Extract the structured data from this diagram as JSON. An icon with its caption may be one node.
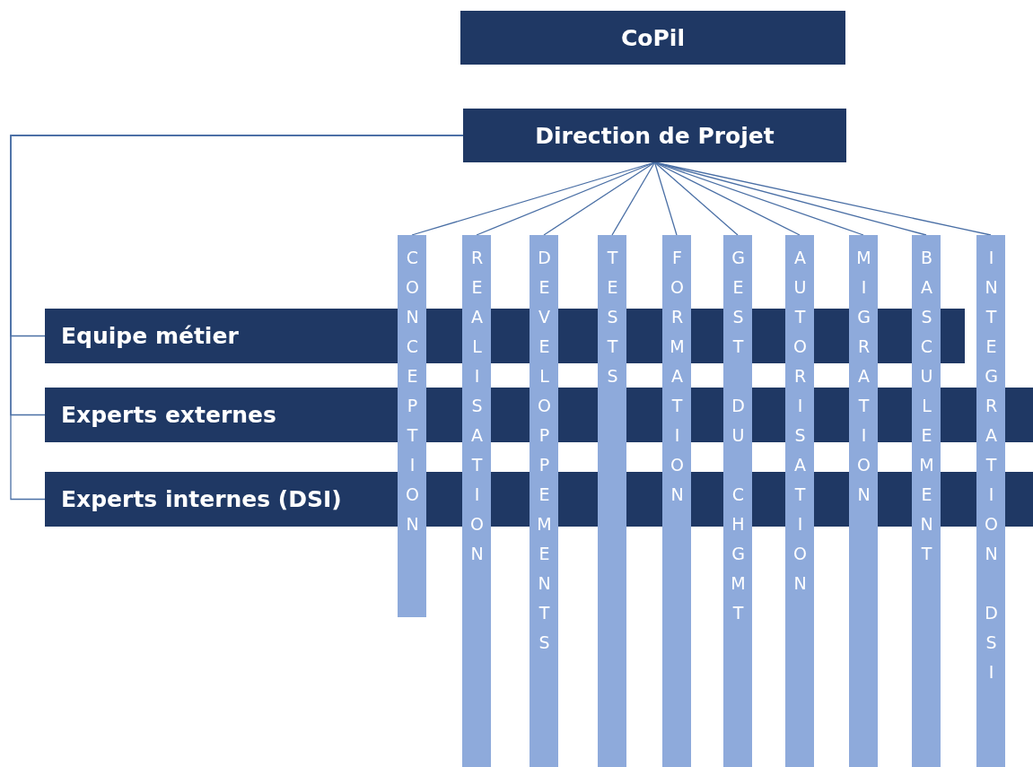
{
  "diagram": {
    "nodes": [
      {
        "text": [
          "CoPil"
        ]
      },
      {
        "text": [
          "Direction de Projet"
        ]
      },
      {
        "text": [
          "Equipe métier"
        ]
      },
      {
        "text": [
          "Experts externes"
        ]
      },
      {
        "text": [
          "Experts internes (DSI)"
        ]
      },
      {
        "text": [
          "CONCEPTION"
        ]
      },
      {
        "text": [
          "REALISATION"
        ]
      },
      {
        "text": [
          "DEVELOPPEMENTS"
        ]
      },
      {
        "text": [
          "TESTS"
        ]
      },
      {
        "text": [
          "FORMATION"
        ]
      },
      {
        "text": [
          "GEST DU CHGMT"
        ]
      },
      {
        "text": [
          "AUTORISATION"
        ]
      },
      {
        "text": [
          "MIGRATION"
        ]
      },
      {
        "text": [
          "BASCULEMENT"
        ]
      },
      {
        "text": [
          "INTEGRATION DSI"
        ]
      }
    ],
    "edges": [
      {
        "from": 1,
        "to": 2,
        "arrow": "none"
      },
      {
        "from": 1,
        "to": 3,
        "arrow": "none"
      },
      {
        "from": 1,
        "to": 4,
        "arrow": "none"
      },
      {
        "from": 1,
        "to": 5,
        "arrow": "none"
      },
      {
        "from": 1,
        "to": 6,
        "arrow": "none"
      },
      {
        "from": 1,
        "to": 7,
        "arrow": "none"
      },
      {
        "from": 1,
        "to": 8,
        "arrow": "none"
      },
      {
        "from": 1,
        "to": 9,
        "arrow": "none"
      },
      {
        "from": 1,
        "to": 10,
        "arrow": "none"
      },
      {
        "from": 1,
        "to": 11,
        "arrow": "none"
      },
      {
        "from": 1,
        "to": 12,
        "arrow": "none"
      },
      {
        "from": 1,
        "to": 13,
        "arrow": "none"
      },
      {
        "from": 1,
        "to": 14,
        "arrow": "none"
      }
    ]
  }
}
